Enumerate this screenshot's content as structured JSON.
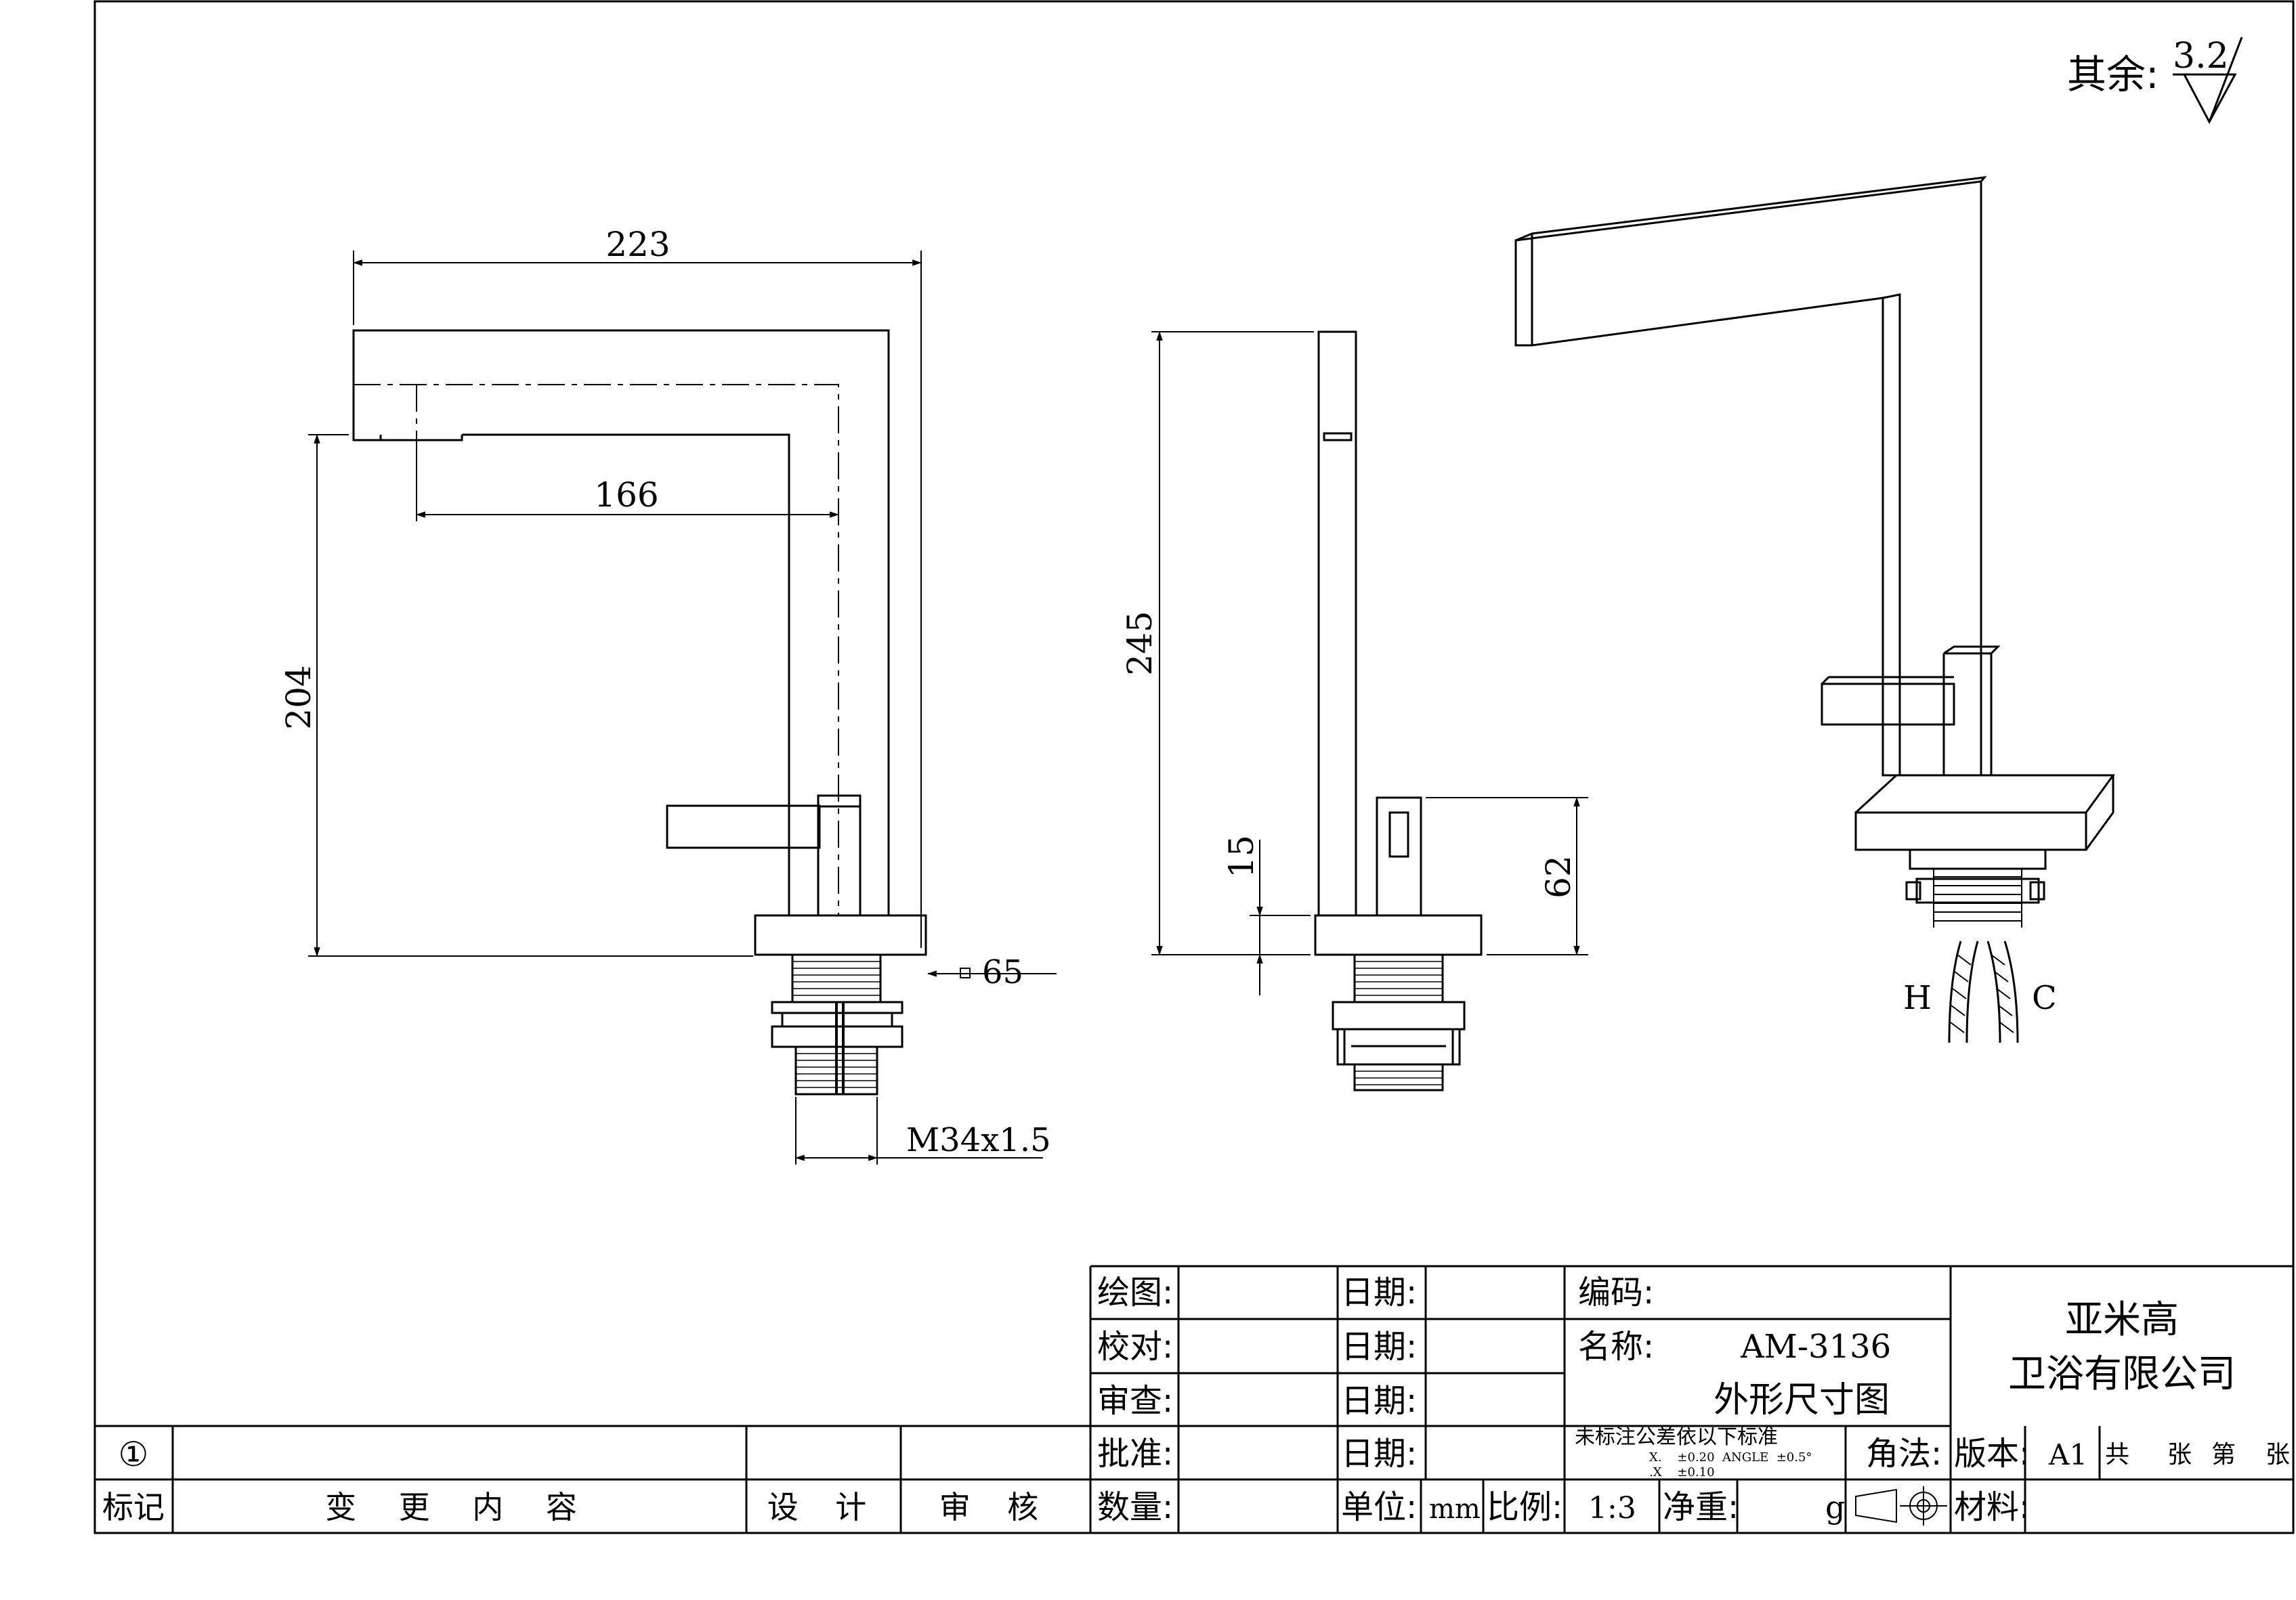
{
  "roughness": {
    "prefix": "其余:",
    "value": "3.2"
  },
  "dimensions": {
    "spout_reach": "223",
    "spout_centerline": "166",
    "outlet_height": "204",
    "side_height": "245",
    "base_thickness": "15",
    "handle_height": "62",
    "base_square": "65",
    "thread": "M34x1.5"
  },
  "hose_labels": {
    "hot": "H",
    "cold": "C"
  },
  "title_block": {
    "draw_label": "绘图:",
    "check_label": "校对:",
    "review_label": "审查:",
    "approve_label": "批准:",
    "qty_label": "数量:",
    "date_label": "日期:",
    "unit_label": "单位:",
    "unit_value": "mm",
    "scale_label": "比例:",
    "scale_value": "1:3",
    "weight_label": "净重:",
    "weight_unit": "g",
    "code_label": "编码:",
    "name_label": "名称:",
    "model": "AM-3136",
    "drawing_title": "外形尺寸图",
    "company_line1": "亚米高",
    "company_line2": "卫浴有限公司",
    "tolerance_title": "未标注公差依以下标准",
    "tolerance_line1": "X.    ±0.20  ANGLE  ±0.5°",
    "tolerance_line2": ".X    ±0.10",
    "projection_label": "角法:",
    "version_label": "版本:",
    "version_value": "A1",
    "sheet_total": "共",
    "sheet_unit": "张",
    "sheet_no": "第",
    "sheet_unit2": "张",
    "material_label": "材料:"
  },
  "revision_block": {
    "mark_symbol": "①",
    "mark_header": "标记",
    "change_header": "变 更 内 容",
    "design_header": "设 计",
    "audit_header": "审 核"
  }
}
